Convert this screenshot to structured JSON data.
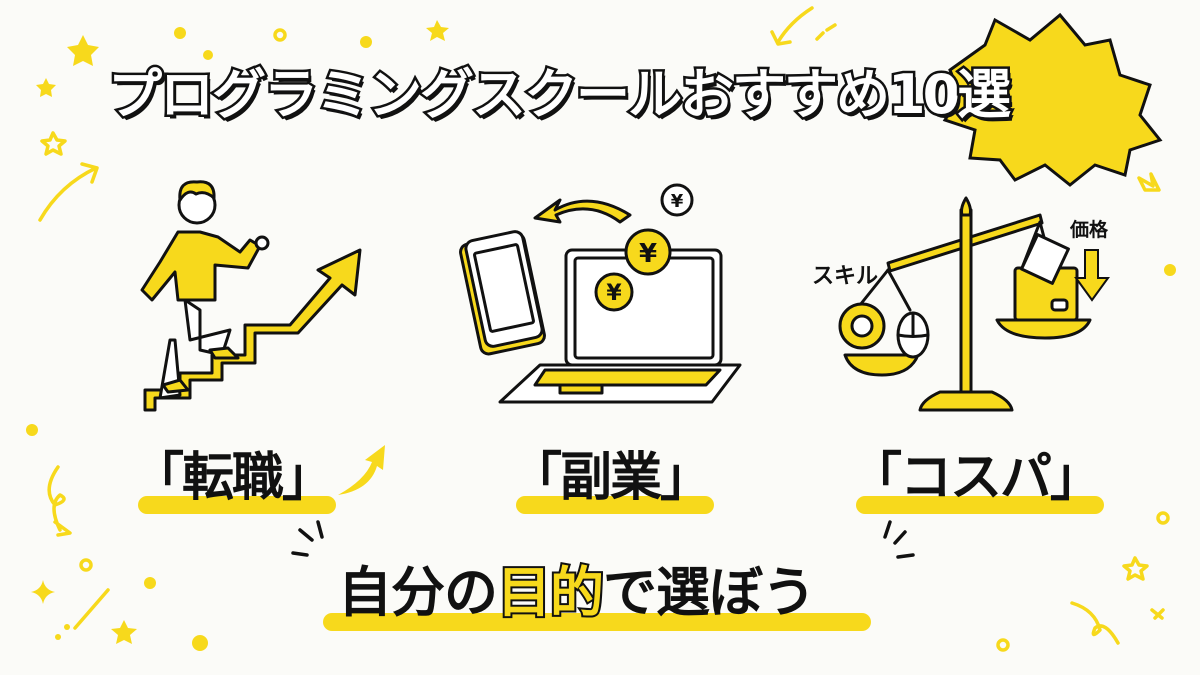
{
  "title": {
    "main": "プログラミングスクールおすすめ",
    "number": "10",
    "suffix": "選"
  },
  "categories": [
    {
      "label": "「転職」",
      "icon": "career-staircase-icon"
    },
    {
      "label": "「副業」",
      "icon": "laptop-phone-yen-icon"
    },
    {
      "label": "「コスパ」",
      "icon": "balance-scale-icon"
    }
  ],
  "scale_labels": {
    "left": "スキル",
    "right": "価格"
  },
  "tagline": {
    "before": "自分の",
    "emphasis": "目的",
    "after": "で選ぼう"
  },
  "colors": {
    "accent": "#f7d91c",
    "ink": "#111111",
    "background": "#fbfbf8"
  }
}
